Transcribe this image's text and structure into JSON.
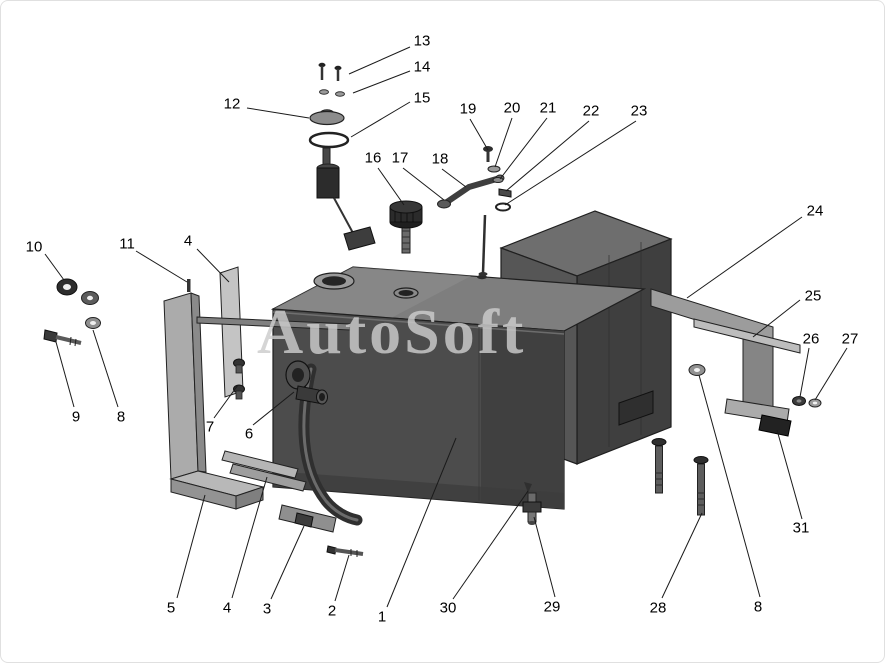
{
  "watermark": {
    "text": "AutoSoft",
    "color": "#cdcdcd"
  },
  "palette": {
    "background": "#ffffff",
    "outline": "#1a1a1a",
    "tank_top": "#7e7e7e",
    "tank_front": "#4c4c4c",
    "tank_side": "#3f3f3f",
    "bracket": "#ababab",
    "hardware": "#3a3a3a"
  },
  "callouts": [
    {
      "label": "13"
    },
    {
      "label": "14"
    },
    {
      "label": "12"
    },
    {
      "label": "15"
    },
    {
      "label": "16"
    },
    {
      "label": "17"
    },
    {
      "label": "18"
    },
    {
      "label": "19"
    },
    {
      "label": "20"
    },
    {
      "label": "21"
    },
    {
      "label": "22"
    },
    {
      "label": "23"
    },
    {
      "label": "24"
    },
    {
      "label": "25"
    },
    {
      "label": "26"
    },
    {
      "label": "27"
    },
    {
      "label": "10"
    },
    {
      "label": "11"
    },
    {
      "label": "4"
    },
    {
      "label": "9"
    },
    {
      "label": "8"
    },
    {
      "label": "7"
    },
    {
      "label": "6"
    },
    {
      "label": "5"
    },
    {
      "label": "4"
    },
    {
      "label": "3"
    },
    {
      "label": "2"
    },
    {
      "label": "1"
    },
    {
      "label": "30"
    },
    {
      "label": "29"
    },
    {
      "label": "28"
    },
    {
      "label": "8"
    },
    {
      "label": "31"
    }
  ]
}
